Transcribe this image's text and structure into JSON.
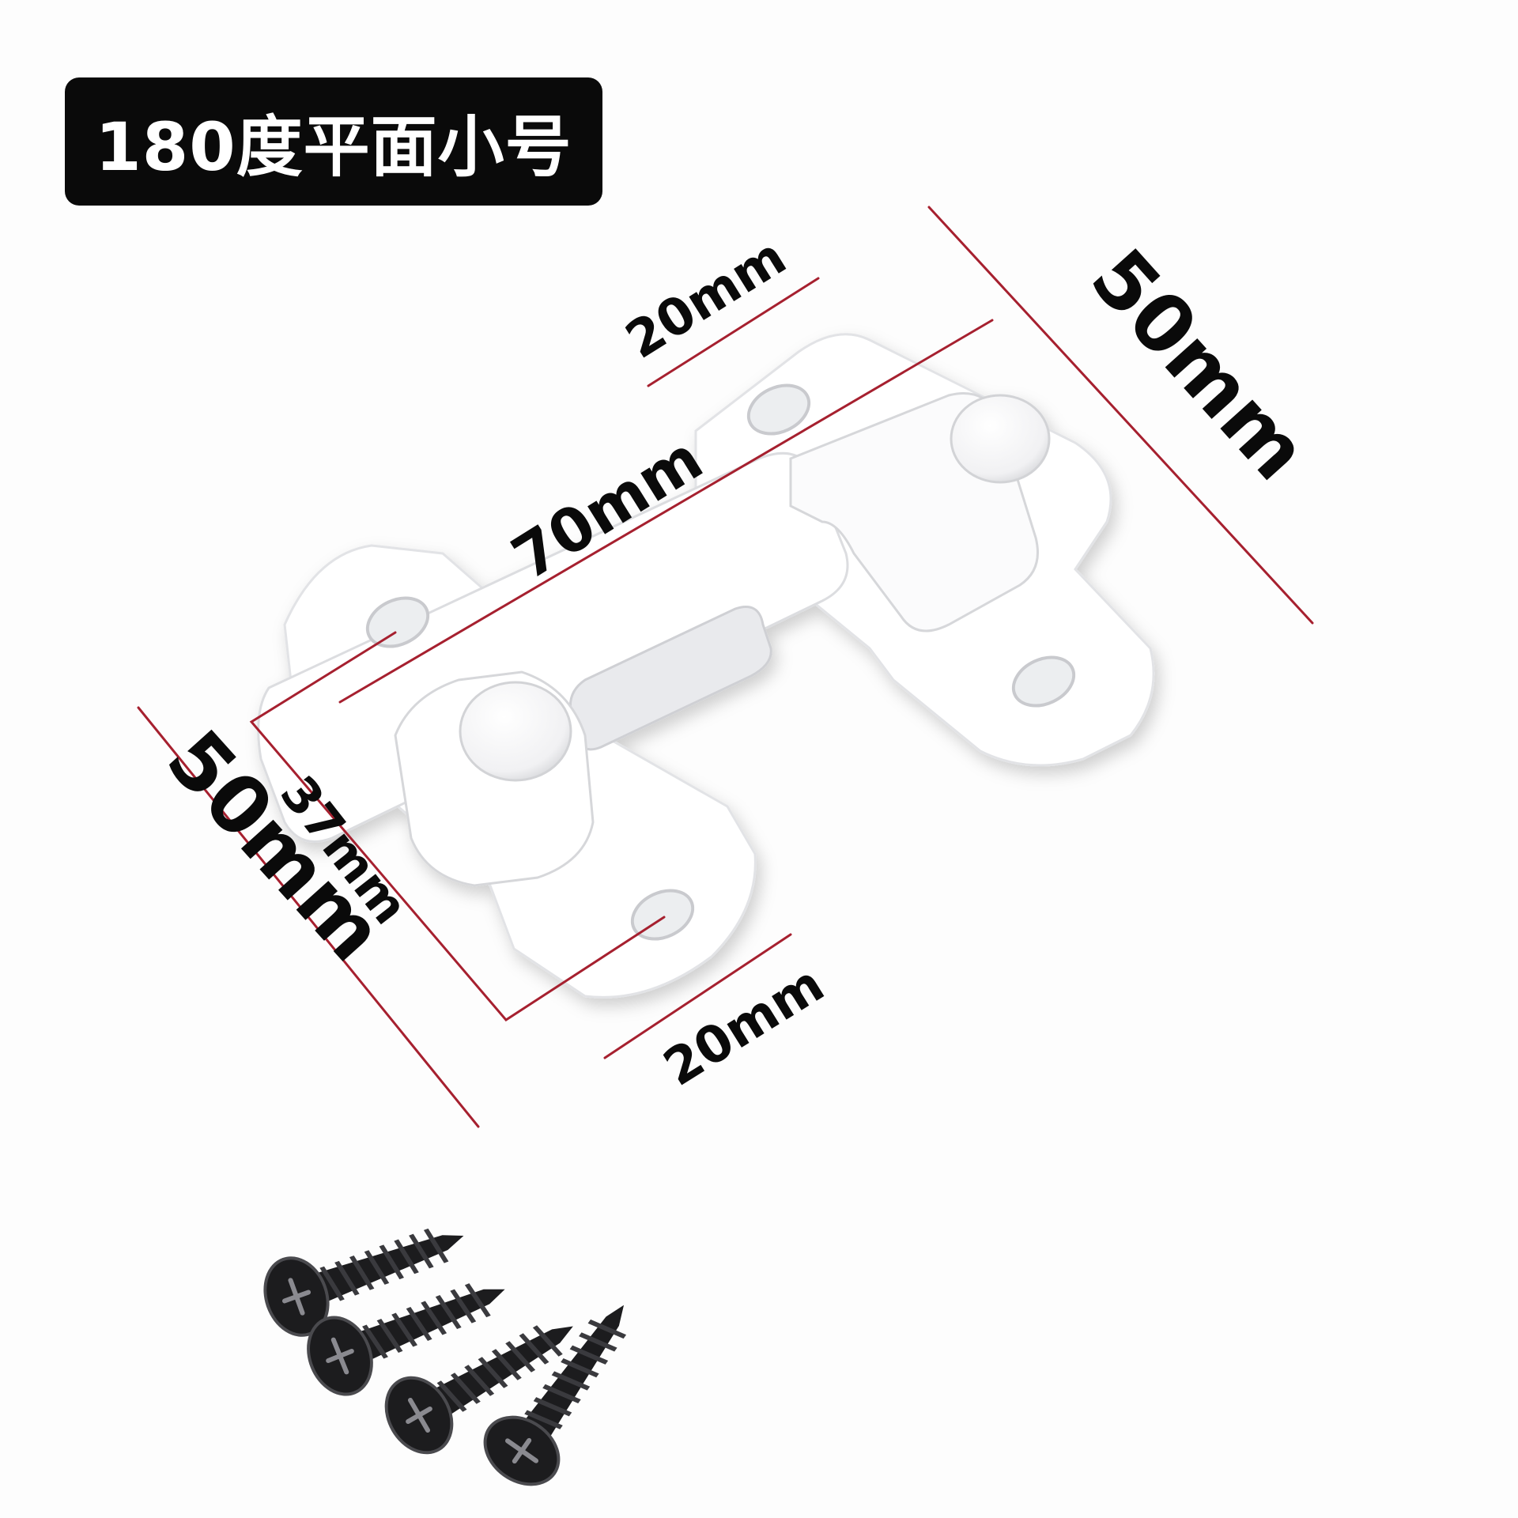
{
  "title": "180度平面小号",
  "dimensions": {
    "top_tab_width": "20mm",
    "total_length": "70mm",
    "right_height": "50mm",
    "left_height": "50mm",
    "plate_height": "37mm",
    "bottom_tab_width": "20mm"
  },
  "colors": {
    "dimension_line": "#a6202f",
    "product_body": "#ffffff",
    "product_shadow": "#dfe0e2",
    "screw": "#1c1c1e",
    "badge": "#0a0a0a"
  },
  "screws": {
    "count": 4
  }
}
